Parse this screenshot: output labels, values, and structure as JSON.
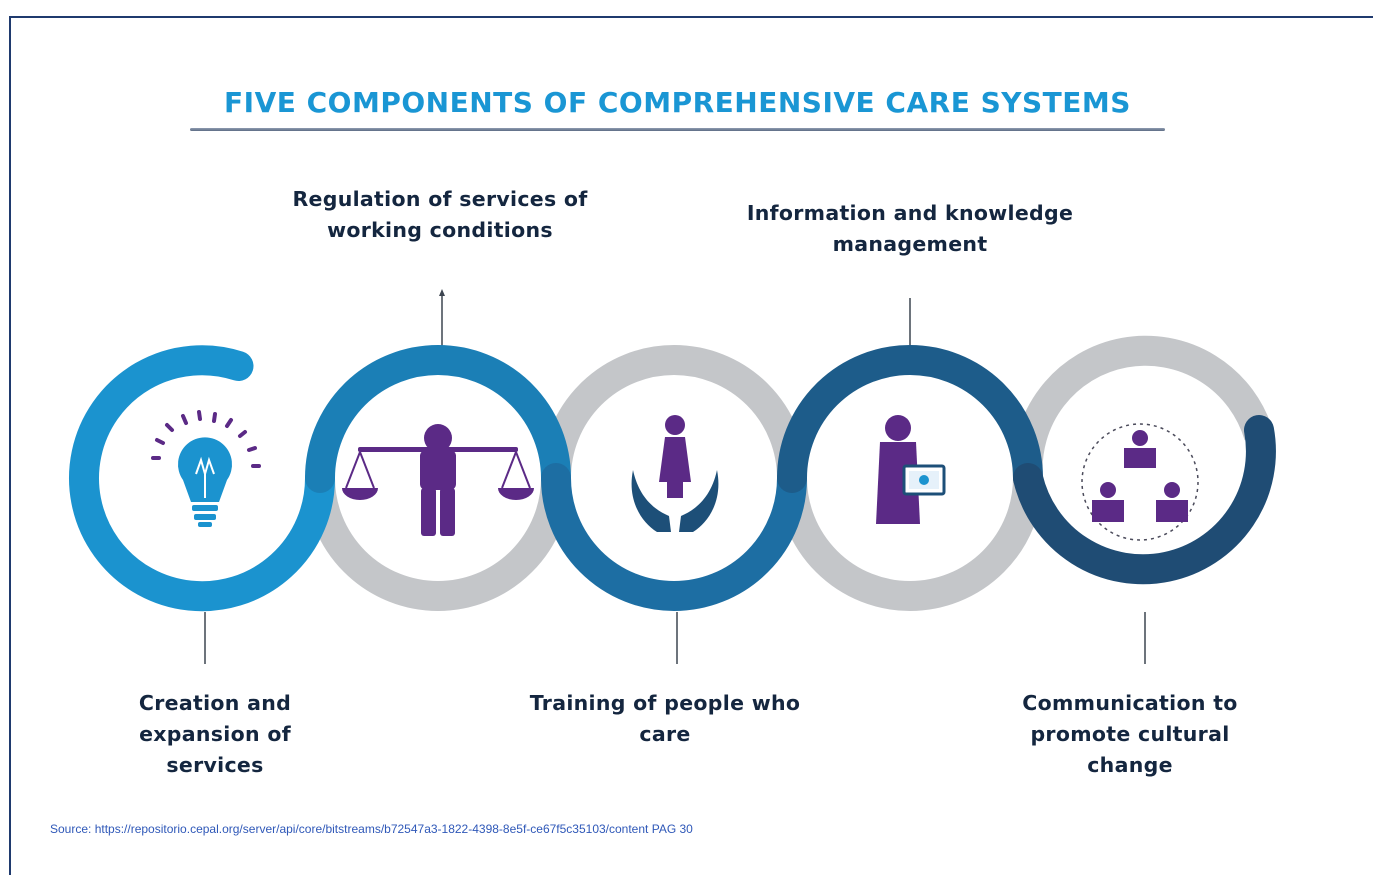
{
  "title": "FIVE COMPONENTS OF COMPREHENSIVE CARE SYSTEMS",
  "components": {
    "regulation": "Regulation of services of working conditions",
    "information": "Information and knowledge management",
    "creation": "Creation and expansion of services",
    "training": "Training of people who care",
    "communication": "Communication to promote cultural change"
  },
  "icons": {
    "creation": "lightbulb-icon",
    "regulation": "scales-of-justice-person-icon",
    "training": "person-in-hands-icon",
    "information": "person-with-laptop-icon",
    "communication": "group-of-people-icon"
  },
  "source": "Source: https://repositorio.cepal.org/server/api/core/bitstreams/b72547a3-1822-4398-8e5f-ce67f5c35103/content PAG 30",
  "colors": {
    "title": "#1a96d4",
    "label": "#14263f",
    "ring_light_blue": "#1b93cf",
    "ring_mid_blue": "#1b7fb6",
    "ring_dark_blue": "#1d5c8a",
    "ring_navy": "#1f4c74",
    "ring_grey": "#c4c6c9",
    "icon_purple": "#5b2a86",
    "source": "#2f58b8",
    "frame": "#1f3a6e"
  }
}
